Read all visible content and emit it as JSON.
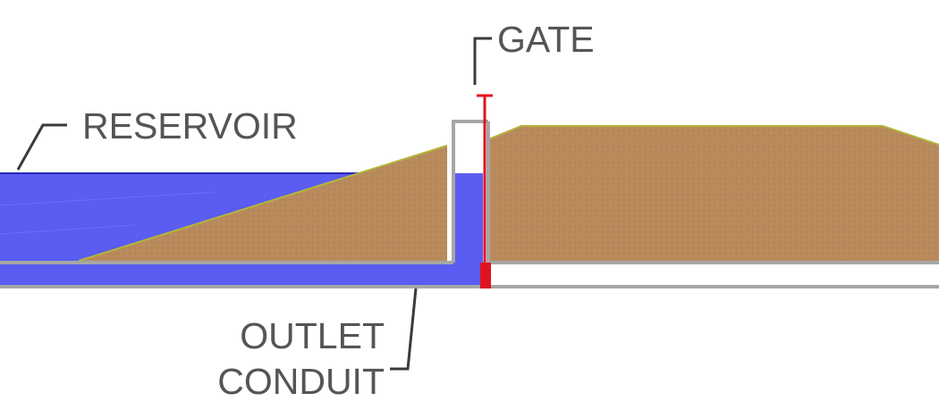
{
  "labels": {
    "gate": "GATE",
    "reservoir": "RESERVOIR",
    "outlet_line1": "OUTLET",
    "outlet_line2": "CONDUIT"
  },
  "colors": {
    "water": "#5a5cf2",
    "water_surface": "#2a2ab8",
    "embankment": "#b88a5c",
    "embankment_outline": "#b5b53a",
    "concrete": "#a6a6a6",
    "gate": "#e0141e",
    "label_text": "#555555",
    "leader": "#3a3a3a"
  }
}
